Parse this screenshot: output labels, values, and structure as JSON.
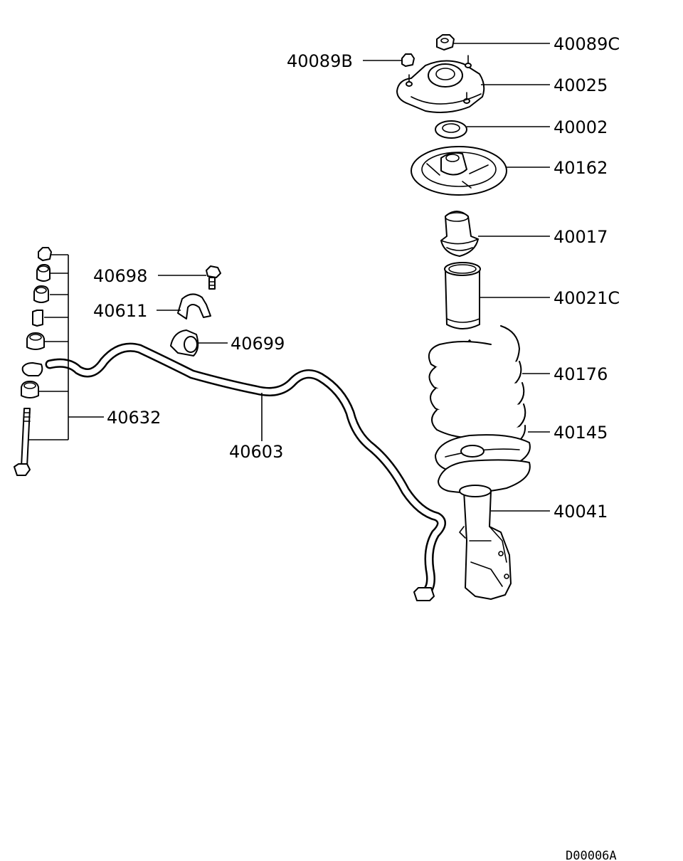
{
  "labels": {
    "p40089C": "40089C",
    "p40089B": "40089B",
    "p40025": "40025",
    "p40002": "40002",
    "p40162": "40162",
    "p40017": "40017",
    "p40021C": "40021C",
    "p40176": "40176",
    "p40145": "40145",
    "p40041": "40041",
    "p40698": "40698",
    "p40611": "40611",
    "p40699": "40699",
    "p40632": "40632",
    "p40603": "40603"
  },
  "diagram_code": "D00006A"
}
